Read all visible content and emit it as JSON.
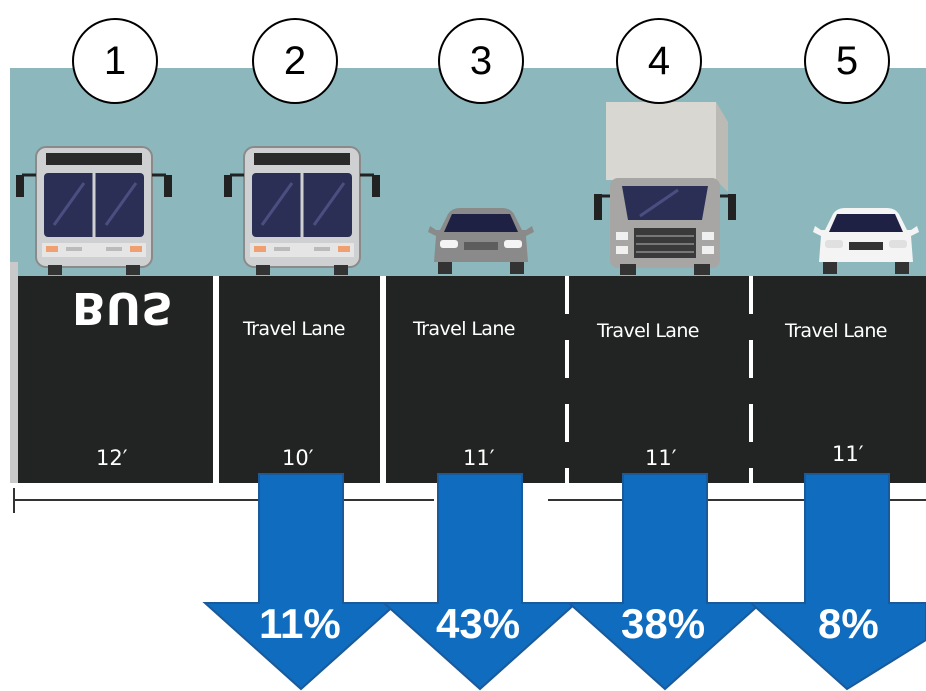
{
  "colors": {
    "sky": "#8cb8bd",
    "road": "#212422",
    "arrow": "#0f6cbf",
    "arrow_stroke": "#1a5a9a",
    "marking": "#ffffff"
  },
  "lanes": [
    {
      "number": "1",
      "label": "BUS",
      "width": "12′",
      "vehicle": "bus-icon"
    },
    {
      "number": "2",
      "label": "Travel Lane",
      "width": "10′",
      "vehicle": "bus-icon",
      "share": "11%"
    },
    {
      "number": "3",
      "label": "Travel Lane",
      "width": "11′",
      "vehicle": "car-icon",
      "share": "43%"
    },
    {
      "number": "4",
      "label": "Travel Lane",
      "width": "11′",
      "vehicle": "truck-icon",
      "share": "38%"
    },
    {
      "number": "5",
      "label": "Travel Lane",
      "width": "11′",
      "vehicle": "car-icon",
      "share": "8%"
    }
  ]
}
